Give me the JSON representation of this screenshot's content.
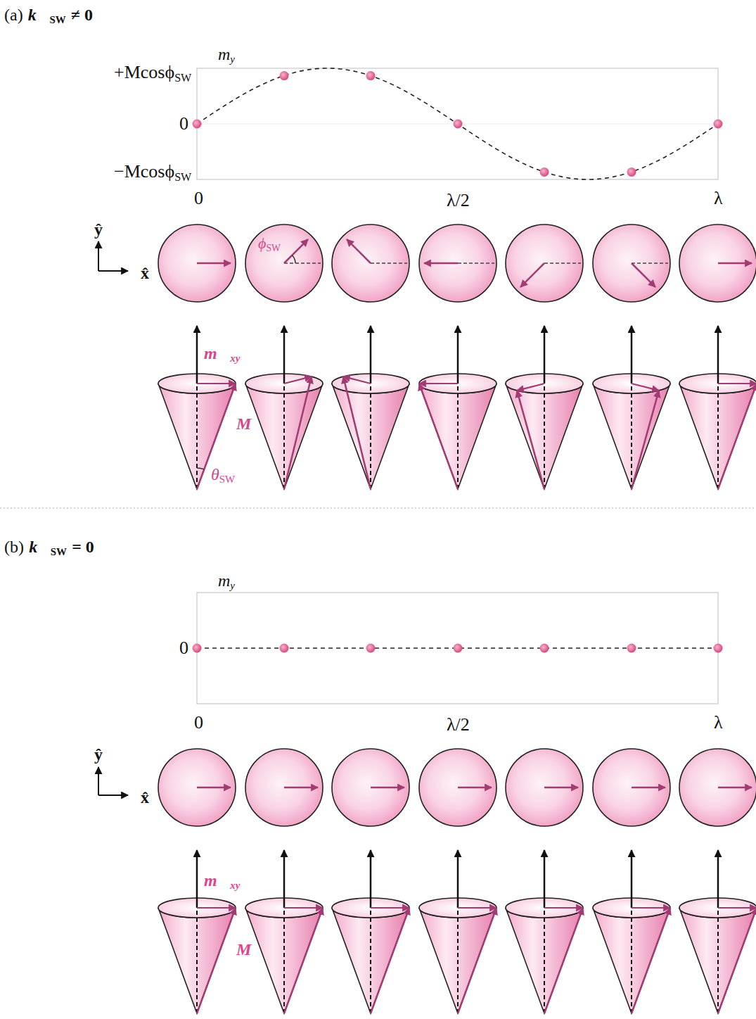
{
  "diagram": {
    "labels": [
      "(a)",
      "k⃗",
      "SW",
      "≠ 0",
      "m",
      "y",
      "+Mcosϕ",
      "SW",
      "0",
      "−Mcosϕ",
      "SW",
      "0",
      "λ/2",
      "λ",
      "ŷ",
      "x̂",
      "ϕ",
      "SW",
      "m⃗",
      "xy",
      "M⃗",
      "θ",
      "SW",
      "(b)",
      "k⃗",
      "SW",
      "= 0",
      "m",
      "y",
      "0",
      "0",
      "λ/2",
      "λ",
      "ŷ",
      "x̂",
      "m⃗",
      "xy",
      "M⃗"
    ]
  }
}
